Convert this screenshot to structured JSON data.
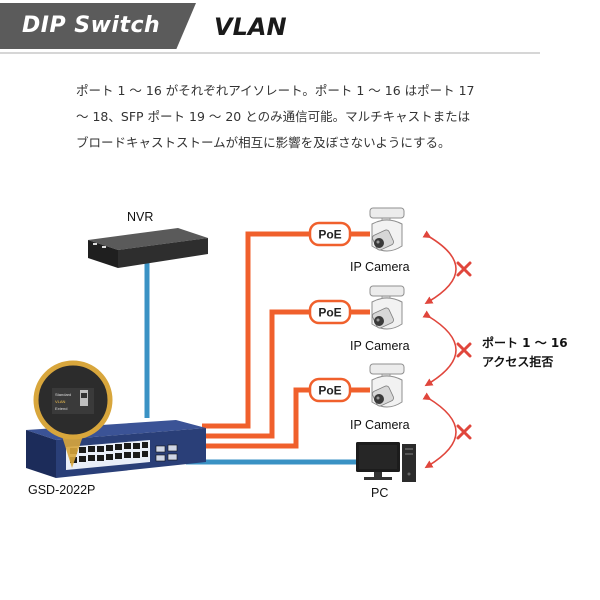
{
  "header": {
    "tab_label": "DIP Switch",
    "title": "VLAN"
  },
  "description": {
    "lines": [
      "ポート 1 ～ 16 がそれぞれアイソレート。ポート 1 ～ 16 はポート 17",
      "～ 18、SFP ポート 19 ～ 20 とのみ通信可能。マルチキャストまたは",
      "ブロードキャストストームが相互に影響を及ぼさないようにする。"
    ]
  },
  "diagram": {
    "nvr_label": "NVR",
    "switch_label": "GSD-2022P",
    "pc_label": "PC",
    "poe_label": "PoE",
    "camera_labels": [
      "IP Camera",
      "IP Camera",
      "IP Camera"
    ],
    "note_lines": [
      "ポート 1 ～ 16",
      "アクセス拒否"
    ],
    "dip_labels": [
      "Standard",
      "VLAN",
      "Extend"
    ],
    "colors": {
      "poe_link": "#f0602c",
      "data_link": "#3a92c4",
      "switch_body": "#2a3f78",
      "blocked_x": "#e0463c",
      "arrow": "#e0463c"
    }
  }
}
